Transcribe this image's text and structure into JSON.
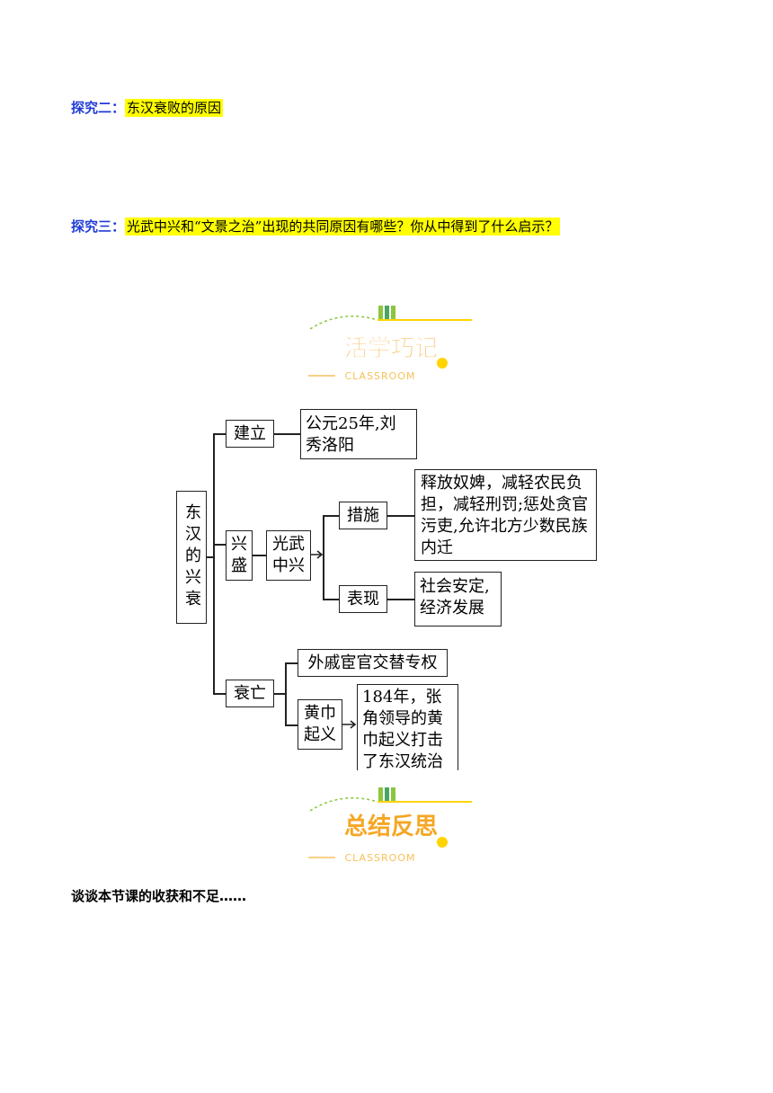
{
  "questions": [
    {
      "label": "探究二：",
      "text": "东汉衰败的原因"
    },
    {
      "label": "探究三：",
      "text": "光武中兴和“文景之治”出现的共同原因有哪些？你从中得到了什么启示？"
    }
  ],
  "banners": [
    {
      "title": "活学巧记",
      "subtitle": "CLASSROOM"
    },
    {
      "title": "总结反思",
      "subtitle": "CLASSROOM"
    }
  ],
  "diagram": {
    "root": "东汉的兴衰",
    "establish": "建立",
    "establish_detail": "公元25年,刘秀洛阳",
    "rise": "兴盛",
    "rise_name": "光武中兴",
    "measures": "措施",
    "measures_detail": "释放奴婢，减轻农民负担，减轻刑罚;惩处贪官污吏,允许北方少数民族内迁",
    "performance": "表现",
    "performance_detail": "社会安定,经济发展",
    "decline": "衰亡",
    "decline_a": "外戚宦官交替专权",
    "decline_b": "黄巾起义",
    "decline_b_detail": "184年，张角领导的黄巾起义打击了东汉统治"
  },
  "closing": "谈谈本节课的收获和不足……",
  "colors": {
    "highlight": "#ffff00",
    "label_blue": "#1f3bd6",
    "banner_orange": "#f6a623",
    "banner_green": "#8cc63f",
    "banner_yellow": "#ffd400"
  }
}
